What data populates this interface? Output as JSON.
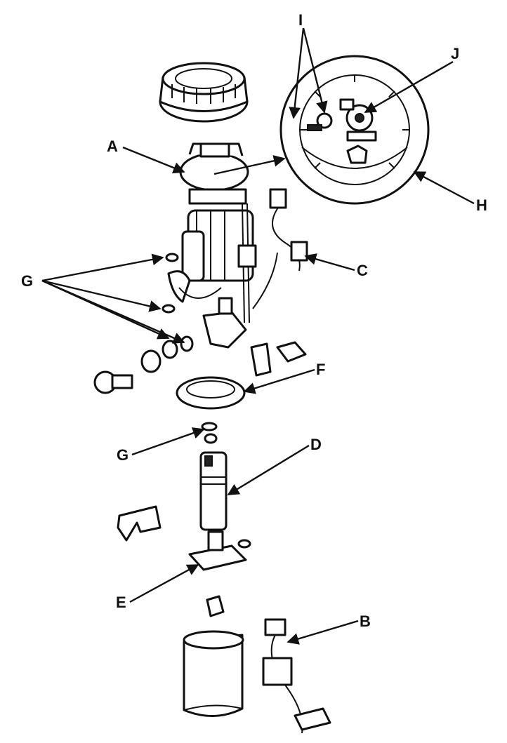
{
  "diagram": {
    "callouts": [
      {
        "id": "A",
        "text": "A"
      },
      {
        "id": "B",
        "text": "B"
      },
      {
        "id": "C",
        "text": "C"
      },
      {
        "id": "D",
        "text": "D"
      },
      {
        "id": "E",
        "text": "E"
      },
      {
        "id": "F",
        "text": "F"
      },
      {
        "id": "G1",
        "text": "G"
      },
      {
        "id": "G2",
        "text": "G"
      },
      {
        "id": "H",
        "text": "H"
      },
      {
        "id": "I",
        "text": "I"
      },
      {
        "id": "J",
        "text": "J"
      }
    ],
    "line_color": "#111111",
    "background": "#ffffff"
  }
}
